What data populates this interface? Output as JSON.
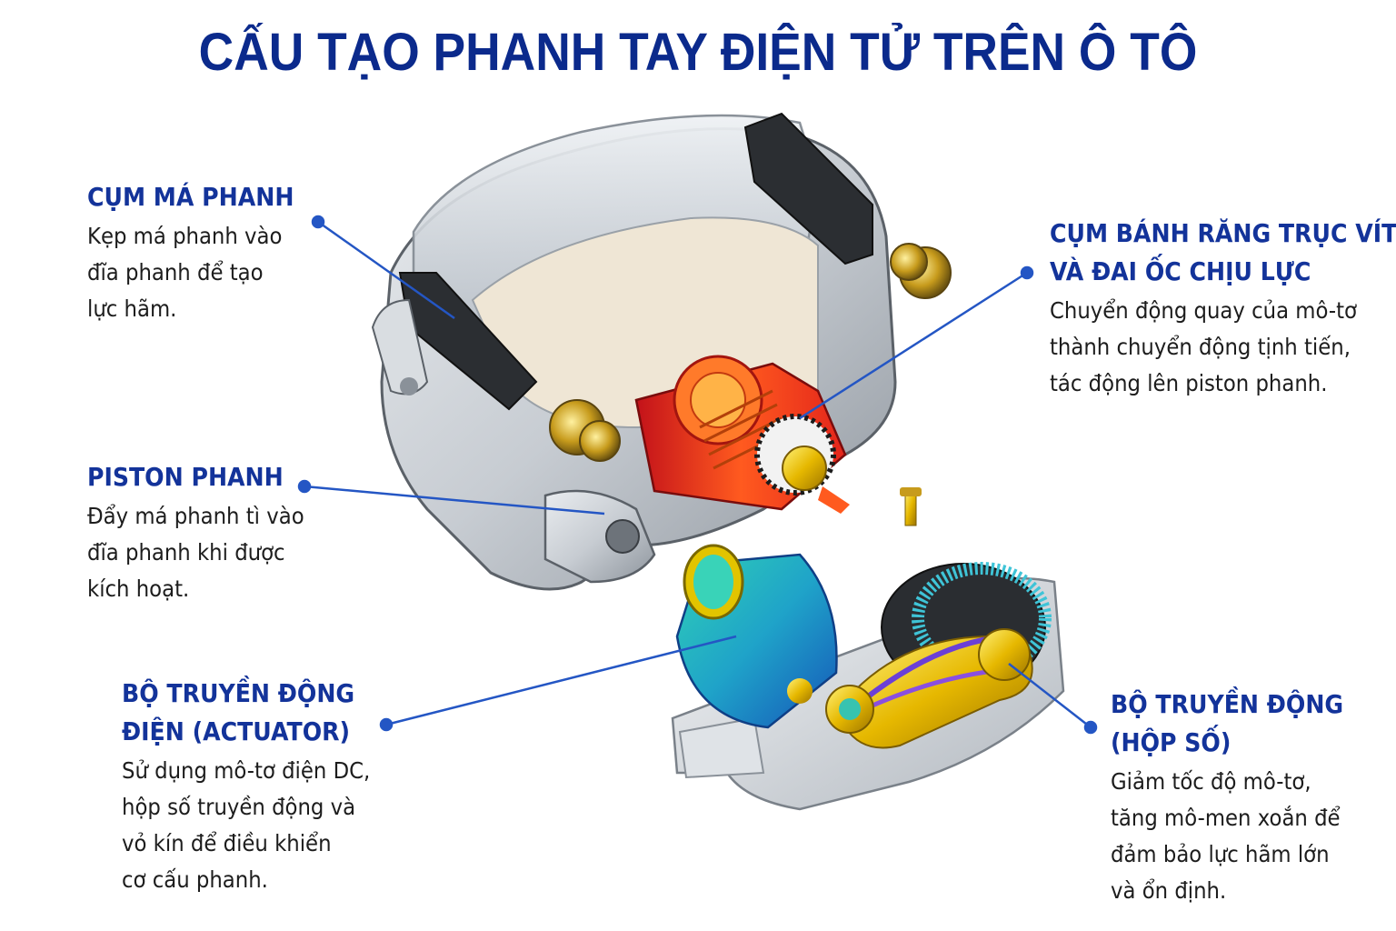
{
  "title": "CẤU TẠO PHANH TAY ĐIỆN TỬ TRÊN Ô TÔ",
  "colors": {
    "title": "#0b2a8c",
    "heading": "#13339a",
    "leader": "#2456c4",
    "text": "#1d1d1d"
  },
  "labels": [
    {
      "id": "brake-pad",
      "heading": [
        "CỤM MÁ PHANH"
      ],
      "desc": [
        "Kẹp má phanh vào",
        "đĩa phanh để tạo",
        "lực hãm."
      ]
    },
    {
      "id": "screw-nut",
      "heading": [
        "CỤM BÁNH RĂNG TRỤC VÍT",
        "VÀ ĐAI ỐC CHỊU LỰC"
      ],
      "desc": [
        "Chuyển động quay của mô-tơ",
        "thành chuyển động tịnh tiến,",
        "tác động lên piston phanh."
      ]
    },
    {
      "id": "piston",
      "heading": [
        "PISTON PHANH"
      ],
      "desc": [
        "Đẩy má phanh tì vào",
        "đĩa phanh khi được",
        "kích hoạt."
      ]
    },
    {
      "id": "actuator",
      "heading": [
        "BỘ TRUYỀN ĐỘNG",
        "ĐIỆN (ACTUATOR)"
      ],
      "desc": [
        "Sử dụng mô-tơ điện DC,",
        "hộp số truyền động và",
        "vỏ kín để điều khiển",
        "cơ cấu phanh."
      ]
    },
    {
      "id": "gearbox",
      "heading": [
        "BỘ TRUYỀN ĐỘNG",
        "(HỘP SỐ)"
      ],
      "desc": [
        "Giảm tốc độ mô-tơ,",
        "tăng mô-men xoắn để",
        "đảm bảo lực hãm lớn",
        "và ổn định."
      ]
    }
  ]
}
